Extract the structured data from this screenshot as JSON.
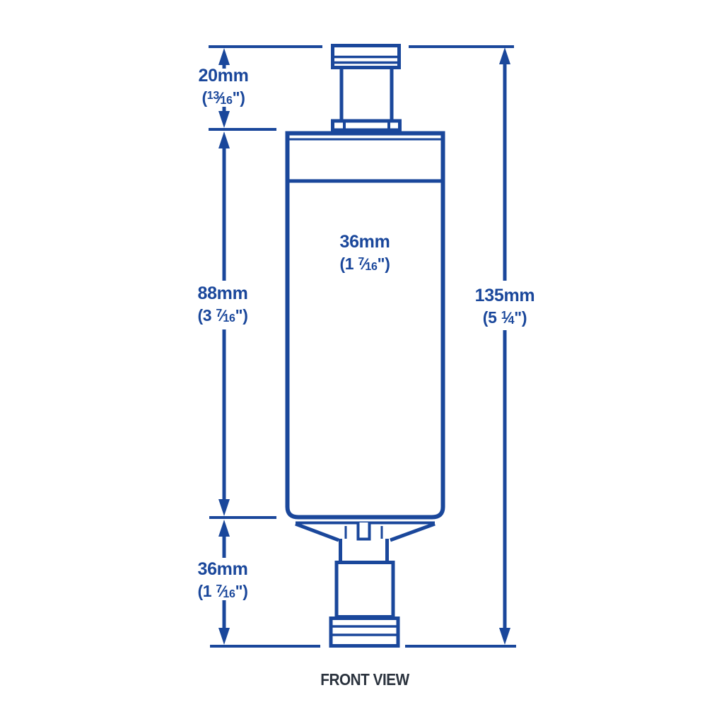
{
  "caption": "FRONT VIEW",
  "colors": {
    "line": "#1A479B",
    "caption": "#2B333E",
    "bg": "#FFFFFF"
  },
  "dimensions": {
    "top_port_height": {
      "mm": "20mm",
      "open": "(",
      "whole": "",
      "num": "13",
      "slash": "⁄",
      "den": "16",
      "close": "\")"
    },
    "body_width": {
      "mm": "36mm",
      "open": "(",
      "whole": "1 ",
      "num": "7",
      "slash": "⁄",
      "den": "16",
      "close": "\")"
    },
    "body_height": {
      "mm": "88mm",
      "open": "(",
      "whole": "3 ",
      "num": "7",
      "slash": "⁄",
      "den": "16",
      "close": "\")"
    },
    "overall_height": {
      "mm": "135mm",
      "open": "(",
      "whole": "5 ",
      "num": "1",
      "slash": "⁄",
      "den": "4",
      "close": "\")"
    },
    "bottom_port_height": {
      "mm": "36mm",
      "open": "(",
      "whole": "1 ",
      "num": "7",
      "slash": "⁄",
      "den": "16",
      "close": "\")"
    }
  }
}
